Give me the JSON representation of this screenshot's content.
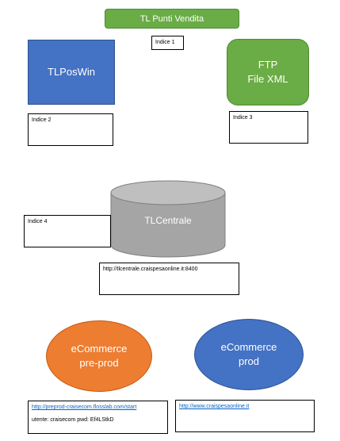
{
  "title": "TL Punti Vendita",
  "indici": {
    "i1": "Indice 1",
    "i2": "Indice 2",
    "i3": "Indice 3",
    "i4": "Indice 4"
  },
  "tlposwin": "TLPosWin",
  "ftp": {
    "line1": "FTP",
    "line2": "File XML"
  },
  "tlcentrale": {
    "label": "TLCentrale",
    "url": "http://tlcentrale.craispesaonline.it:8400"
  },
  "ecommerce_preprod": {
    "line1": "eCommerce",
    "line2": "pre-prod",
    "url": "http://preprod-craisecom.flosslab.com/start",
    "credentials": "utente: craisecom pwd: Ef4LStkD"
  },
  "ecommerce_prod": {
    "line1": "eCommerce",
    "line2": "prod",
    "url": "http://www.craispesaonline.it"
  },
  "colors": {
    "green": "#6aac45",
    "blue": "#4472c4",
    "orange": "#ed7d31",
    "gray": "#a5a5a5"
  }
}
